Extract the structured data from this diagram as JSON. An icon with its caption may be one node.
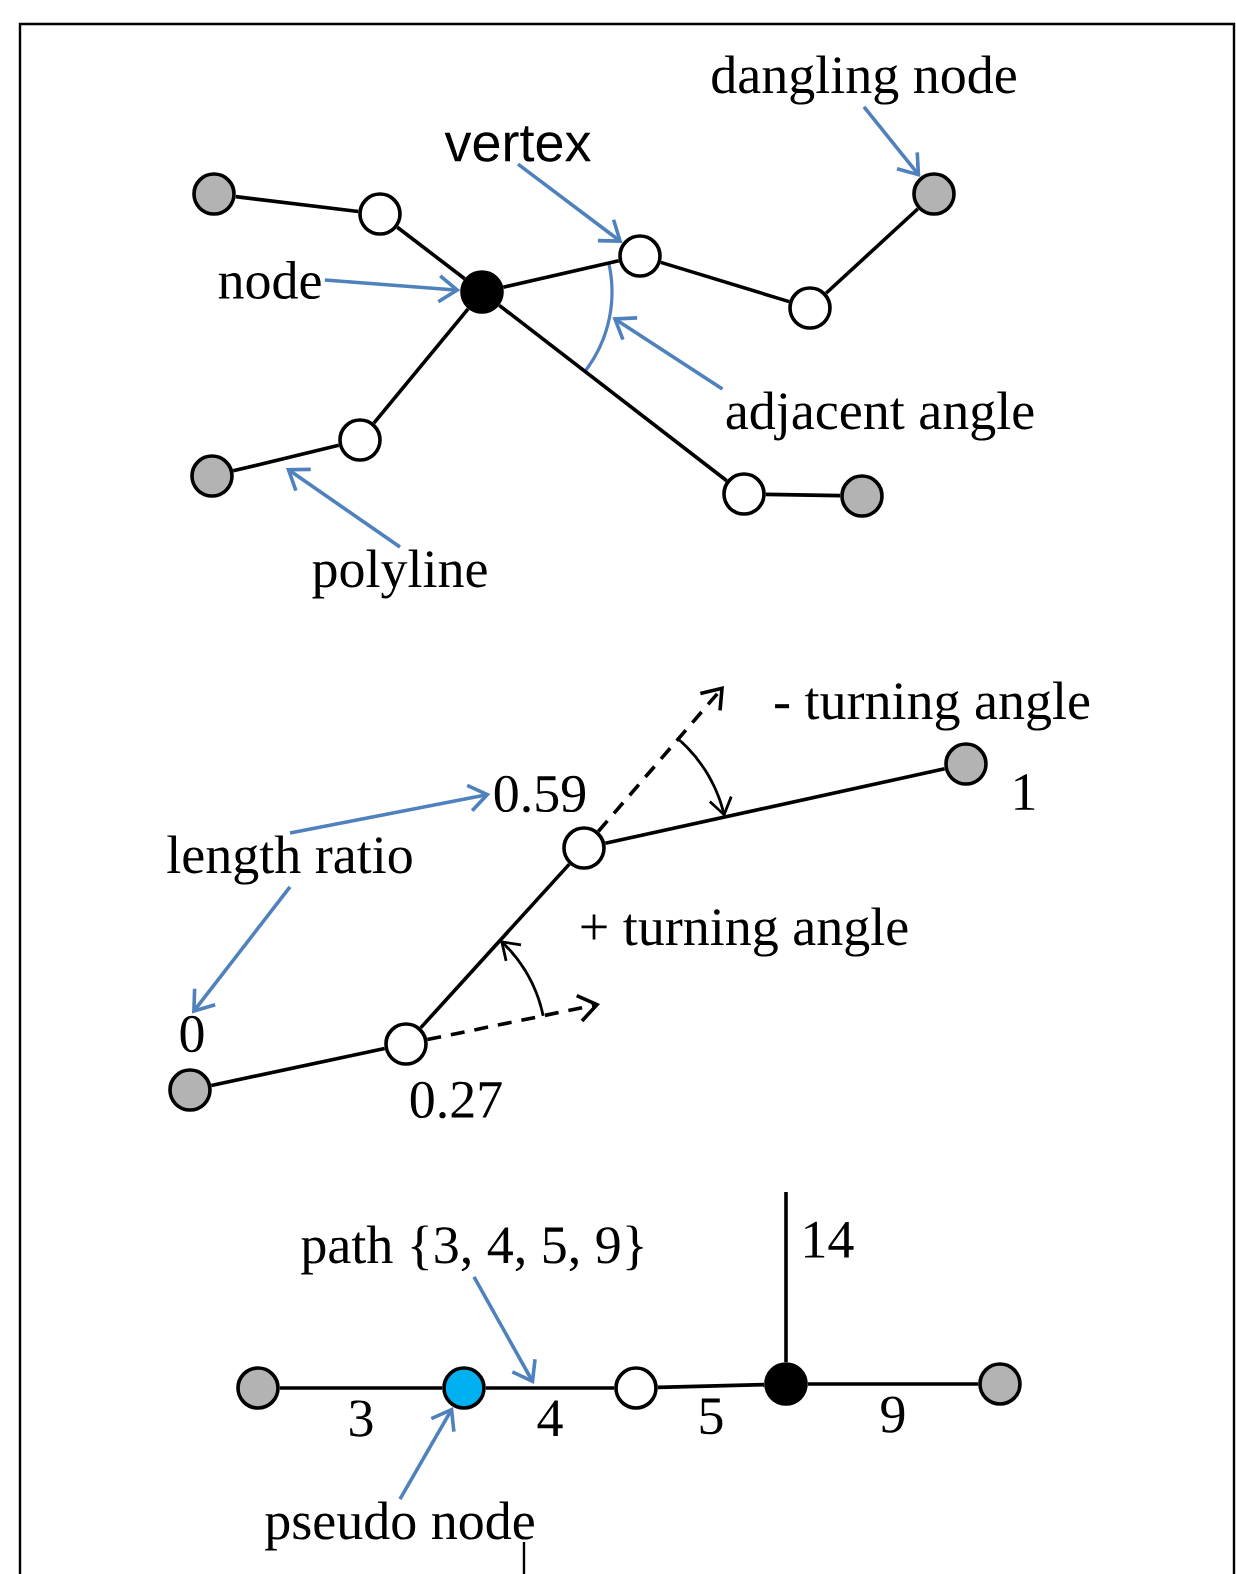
{
  "diagram": {
    "nodes": [
      {
        "text": [
          "dangling node"
        ]
      },
      {
        "text": [
          "vertex"
        ]
      },
      {
        "text": [
          "node"
        ]
      },
      {
        "text": [],
        "shape": "circle"
      },
      {
        "text": [],
        "shape": "circle"
      },
      {
        "text": [],
        "shape": "circle"
      },
      {
        "text": [],
        "shape": "circle"
      },
      {
        "text": [],
        "shape": "circle"
      },
      {
        "text": [],
        "shape": "circle"
      },
      {
        "text": [],
        "shape": "circle"
      },
      {
        "text": [],
        "shape": "circle"
      },
      {
        "text": [],
        "shape": "circle"
      },
      {
        "text": [],
        "shape": "circle"
      },
      {
        "text": [
          "adjacent angle"
        ]
      },
      {
        "text": [
          "polyline"
        ]
      },
      {
        "text": [
          "0.59"
        ]
      },
      {
        "text": [
          "length ratio"
        ]
      },
      {
        "text": [
          "0"
        ]
      },
      {
        "text": [],
        "shape": "circle"
      },
      {
        "text": [],
        "shape": "circle",
        "beside": [
          "0.27"
        ]
      },
      {
        "text": [],
        "shape": "circle"
      },
      {
        "text": [],
        "shape": "circle",
        "beside": [
          "1"
        ]
      },
      {
        "text": [
          "path {3, 4, 5, 9}"
        ]
      },
      {
        "text": [],
        "shape": "circle"
      },
      {
        "text": [],
        "shape": "circle"
      },
      {
        "text": [],
        "shape": "circle"
      },
      {
        "text": [],
        "shape": "circle"
      },
      {
        "text": [],
        "shape": "circle"
      },
      {
        "text": [
          "pseudo node"
        ]
      },
      {
        "text": [],
        "shape": "arc"
      }
    ],
    "edges": [
      {
        "from": 3,
        "to": 4,
        "arrow": "none"
      },
      {
        "from": 4,
        "to": 5,
        "arrow": "none"
      },
      {
        "from": 5,
        "to": 6,
        "arrow": "none"
      },
      {
        "from": 6,
        "to": 7,
        "arrow": "none"
      },
      {
        "from": 7,
        "to": 8,
        "arrow": "none"
      },
      {
        "from": 5,
        "to": 9,
        "arrow": "none"
      },
      {
        "from": 9,
        "to": 10,
        "arrow": "none"
      },
      {
        "from": 5,
        "to": 11,
        "arrow": "none"
      },
      {
        "from": 11,
        "to": 12,
        "arrow": "none"
      },
      {
        "from": 0,
        "to": 8,
        "arrow": "to",
        "color": "#4f81bd"
      },
      {
        "from": 1,
        "to": 6,
        "arrow": "to",
        "color": "#4f81bd"
      },
      {
        "from": 2,
        "to": 5,
        "arrow": "to",
        "color": "#4f81bd"
      },
      {
        "from": 13,
        "to": 29,
        "arrow": "to",
        "color": "#4f81bd"
      },
      {
        "from": 14,
        "to": null,
        "arrow": "to",
        "color": "#4f81bd"
      },
      {
        "from": 18,
        "to": 19,
        "arrow": "none"
      },
      {
        "from": 19,
        "to": 20,
        "arrow": "none"
      },
      {
        "from": 20,
        "to": 21,
        "arrow": "none"
      },
      {
        "from": 16,
        "to": 15,
        "arrow": "to",
        "color": "#4f81bd"
      },
      {
        "from": 16,
        "to": 17,
        "arrow": "to",
        "color": "#4f81bd"
      },
      {
        "from": 19,
        "to": null,
        "arrow": "to",
        "style": "dashed"
      },
      {
        "from": 20,
        "to": null,
        "arrow": "to",
        "style": "dashed"
      },
      {
        "from": 23,
        "to": 24,
        "arrow": "none",
        "label": "3"
      },
      {
        "from": 24,
        "to": 25,
        "arrow": "none",
        "label": "4"
      },
      {
        "from": 25,
        "to": 26,
        "arrow": "none",
        "label": "5"
      },
      {
        "from": 26,
        "to": 27,
        "arrow": "none",
        "label": "9"
      },
      {
        "from": 26,
        "to": null,
        "arrow": "none",
        "label": "14"
      },
      {
        "from": 22,
        "to": null,
        "arrow": "to",
        "color": "#4f81bd"
      },
      {
        "from": 28,
        "to": 24,
        "arrow": "to",
        "color": "#4f81bd"
      }
    ],
    "labels": [
      "- turning angle",
      "+ turning angle"
    ]
  }
}
